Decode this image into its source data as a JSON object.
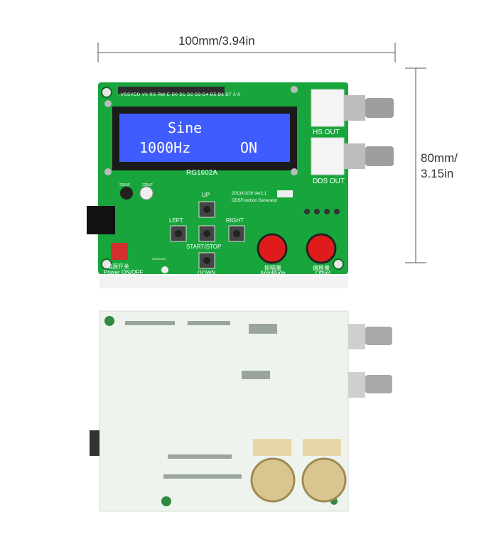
{
  "dimensions": {
    "width_label": "100mm/3.94in",
    "height_label_line1": "80mm/",
    "height_label_line2": "3.15in"
  },
  "lcd": {
    "line1": "Sine",
    "line2_left": "1000Hz",
    "line2_right": "ON",
    "model": "RG1602A",
    "pin_labels": "VSSVDD V0  RS  RW  E   D0  D1  D2  D3  D4  D5  D6  D7  A   K"
  },
  "board": {
    "hs_out": "HS OUT",
    "dds_out": "DDS OUT",
    "up": "UP",
    "left": "LEFT",
    "right": "RIGHT",
    "start_stop": "START/STOP",
    "down": "DOWN",
    "power_cn": "电源开关",
    "power": "Power ON/OFF",
    "amplitude_cn": "振幅量",
    "amplitude": "Amplitude",
    "offset_cn": "偏移量",
    "offset": "Offset",
    "version": "2013/01/26  Ver2.1",
    "title": "DDSFunction  Generator",
    "cap1": "220UF",
    "cap2": "220UF",
    "power_led": "PowerLED"
  },
  "colors": {
    "pcb_green": "#16a34a",
    "lcd_blue": "#3b5bff",
    "knob_red": "#e01b1b",
    "back_pcb": "#eef3ee"
  }
}
